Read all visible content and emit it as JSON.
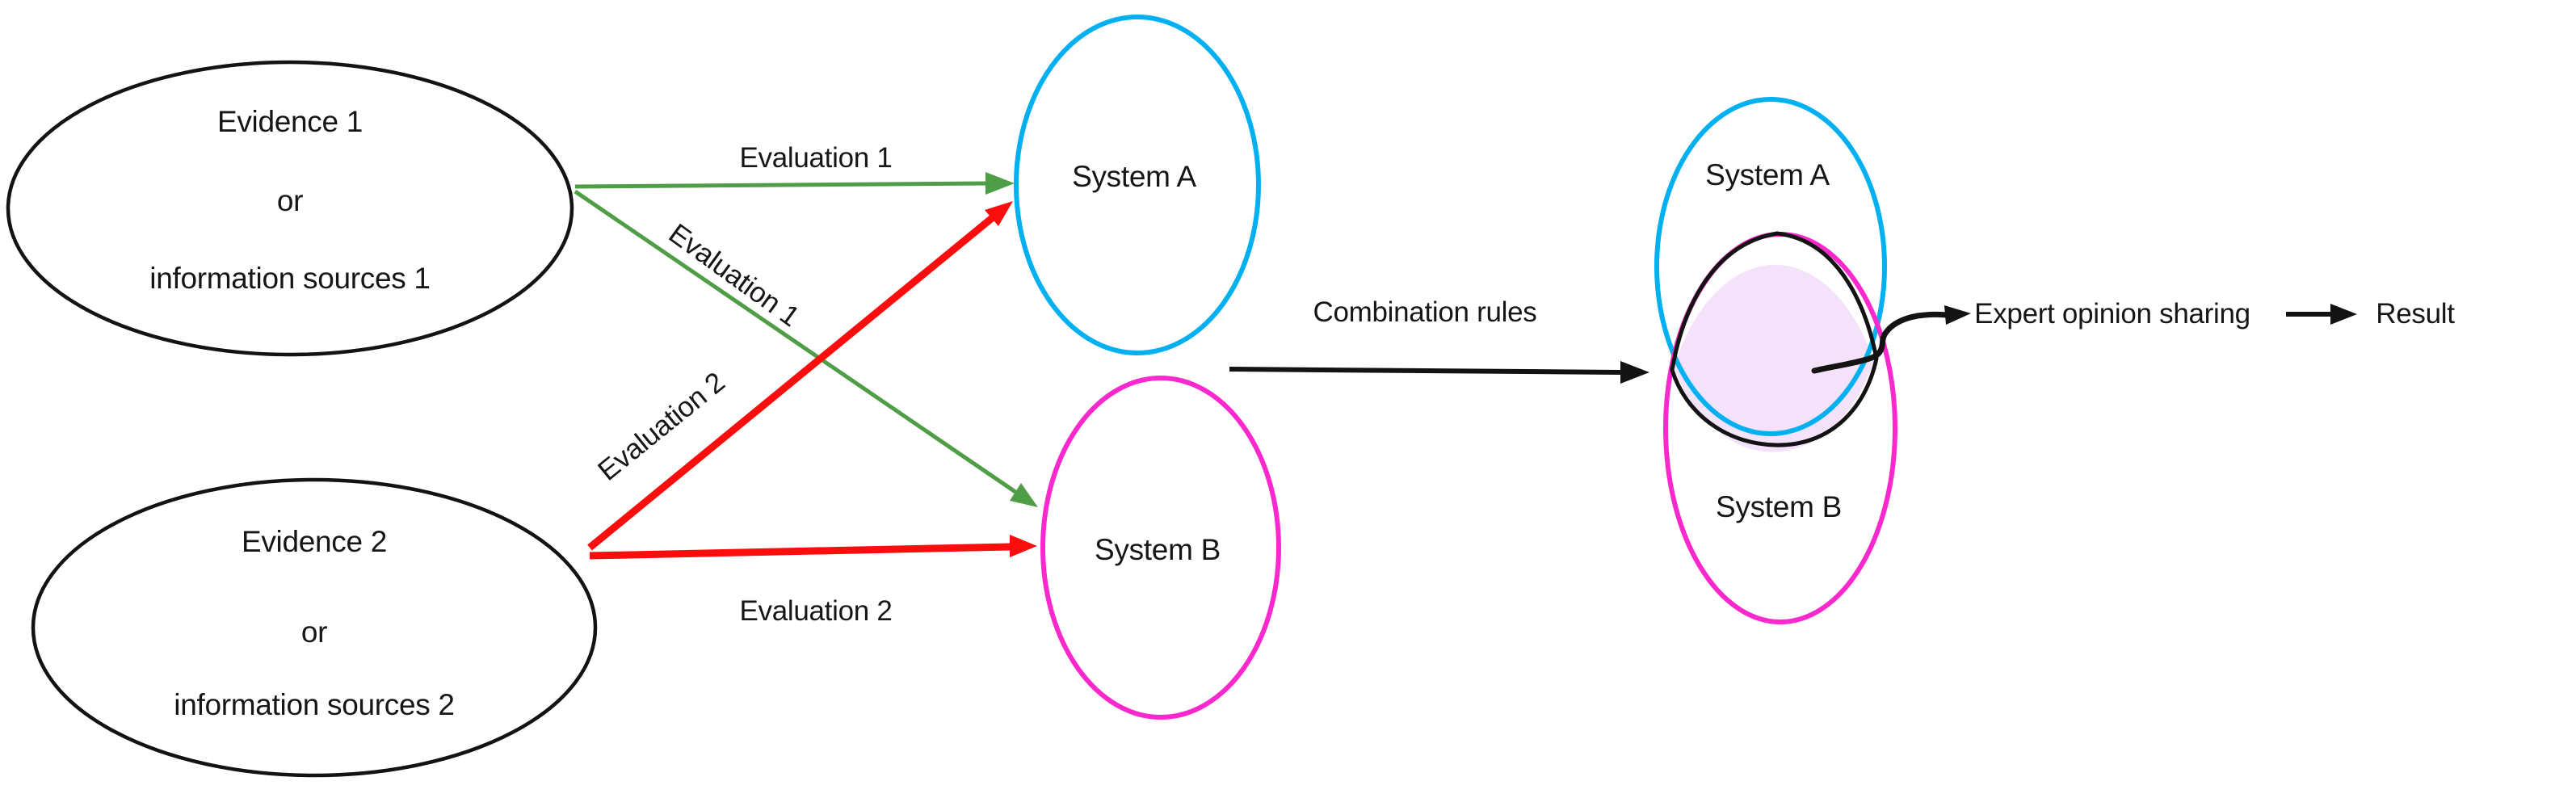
{
  "colors": {
    "ink": "#131313",
    "green": "#4F9D46",
    "red": "#F90D0D",
    "cyan": "#00B0F0",
    "magenta": "#FB29CD",
    "lens_fill": "#F3E2FA"
  },
  "sources": {
    "evidence1": {
      "line1": "Evidence 1",
      "line2": "or",
      "line3": "information sources 1"
    },
    "evidence2": {
      "line1": "Evidence 2",
      "line2": "or",
      "line3": "information sources 2"
    }
  },
  "systems": {
    "a": "System A",
    "b": "System B"
  },
  "arrows": {
    "eval1_top": "Evaluation 1",
    "eval1_diag": "Evaluation 1",
    "eval2_diag": "Evaluation 2",
    "eval2_bottom": "Evaluation 2",
    "combination": "Combination rules"
  },
  "venn": {
    "system_a": "System A",
    "system_b": "System B"
  },
  "output": {
    "expert": "Expert opinion sharing",
    "result": "Result"
  }
}
